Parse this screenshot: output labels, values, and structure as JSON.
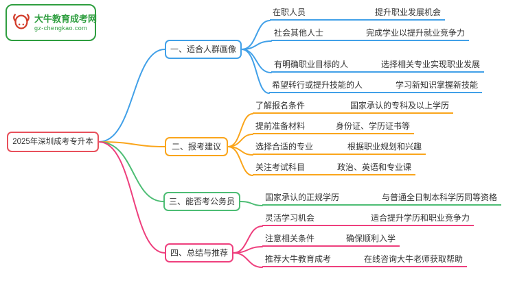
{
  "logo": {
    "name": "大牛教育成考网",
    "domain": "gz-chengkao.com",
    "brand_color": "#2e9e3f"
  },
  "root": {
    "label": "2025年深圳成考专升本",
    "color": "#e8505b"
  },
  "branches": [
    {
      "label": "一、适合人群画像",
      "color": "#41a0e8",
      "items": [
        {
          "left": "在职人员",
          "right": "提升职业发展机会"
        },
        {
          "left": "社会其他人士",
          "right": "完成学业以提升就业竞争力"
        },
        {
          "left": "有明确职业目标的人",
          "right": "选择相关专业实现职业发展"
        },
        {
          "left": "希望转行或提升技能的人",
          "right": "学习新知识掌握新技能"
        }
      ]
    },
    {
      "label": "二、报考建议",
      "color": "#faa51b",
      "items": [
        {
          "left": "了解报名条件",
          "right": "国家承认的专科及以上学历"
        },
        {
          "left": "提前准备材料",
          "right": "身份证、学历证书等"
        },
        {
          "left": "选择合适的专业",
          "right": "根据职业规划和兴趣"
        },
        {
          "left": "关注考试科目",
          "right": "政治、英语和专业课"
        }
      ]
    },
    {
      "label": "三、能否考公务员",
      "color": "#4dbd74",
      "items": [
        {
          "left": "国家承认的正规学历",
          "right": "与普通全日制本科学历同等资格"
        }
      ]
    },
    {
      "label": "四、总结与推荐",
      "color": "#ee3f7d",
      "items": [
        {
          "left": "灵活学习机会",
          "right": "适合提升学历和职业竞争力"
        },
        {
          "left": "注意相关条件",
          "right": "确保顺利入学"
        },
        {
          "left": "推荐大牛教育成考",
          "right": "在线咨询大牛老师获取帮助"
        }
      ]
    }
  ]
}
